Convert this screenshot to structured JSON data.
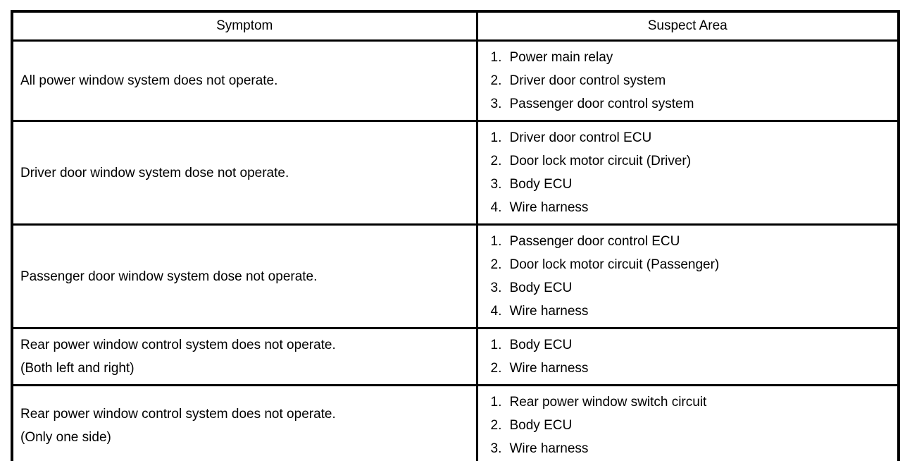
{
  "table": {
    "headers": [
      "Symptom",
      "Suspect Area"
    ],
    "rows": [
      {
        "symptom": "All power window system does not operate.",
        "suspect_areas": [
          {
            "num": "1.",
            "label": "Power main relay"
          },
          {
            "num": "2.",
            "label": "Driver door control system"
          },
          {
            "num": "3.",
            "label": "Passenger door control system"
          }
        ]
      },
      {
        "symptom": "Driver door window system dose not operate.",
        "suspect_areas": [
          {
            "num": "1.",
            "label": "Driver door control ECU"
          },
          {
            "num": "2.",
            "label": "Door lock motor circuit (Driver)"
          },
          {
            "num": "3.",
            "label": "Body ECU"
          },
          {
            "num": "4.",
            "label": "Wire harness"
          }
        ]
      },
      {
        "symptom": "Passenger door window system dose not operate.",
        "suspect_areas": [
          {
            "num": "1.",
            "label": "Passenger door control ECU"
          },
          {
            "num": "2.",
            "label": "Door lock motor circuit (Passenger)"
          },
          {
            "num": "3.",
            "label": "Body ECU"
          },
          {
            "num": "4.",
            "label": "Wire harness"
          }
        ]
      },
      {
        "symptom": "Rear power window control system does not operate.",
        "symptom_note": "(Both left and right)",
        "suspect_areas": [
          {
            "num": "1.",
            "label": "Body ECU"
          },
          {
            "num": "2.",
            "label": "Wire harness"
          }
        ]
      },
      {
        "symptom": "Rear power window control system does not operate.",
        "symptom_note": "(Only one side)",
        "suspect_areas": [
          {
            "num": "1.",
            "label": "Rear power window switch circuit"
          },
          {
            "num": "2.",
            "label": "Body ECU"
          },
          {
            "num": "3.",
            "label": "Wire harness"
          }
        ]
      }
    ]
  }
}
